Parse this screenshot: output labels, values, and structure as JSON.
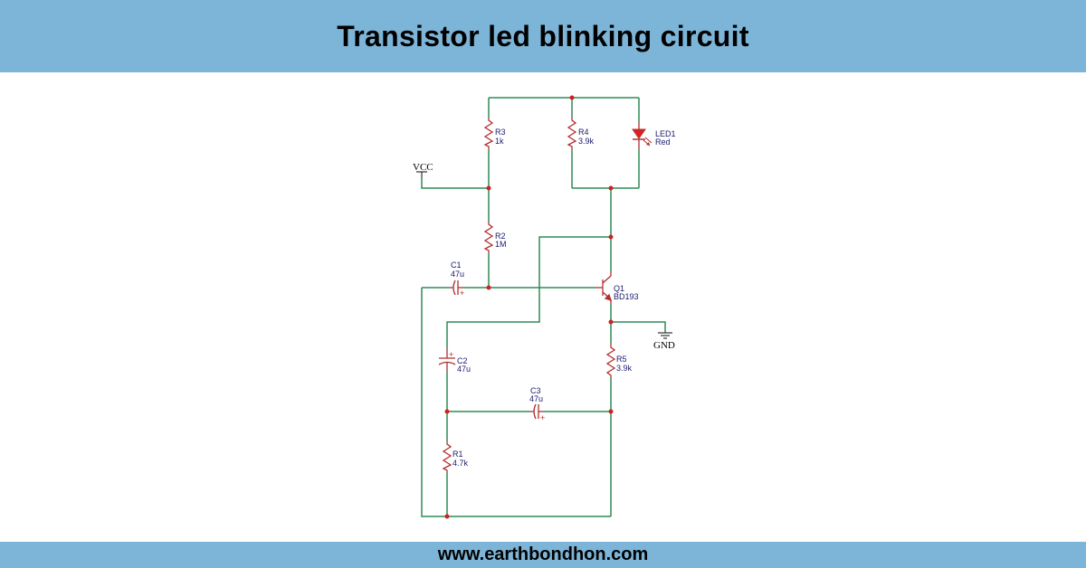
{
  "header": {
    "title": "Transistor led blinking circuit"
  },
  "footer": {
    "website": "www.earthbondhon.com"
  },
  "colors": {
    "banner": "#7db5d8",
    "wire": "#2e8b57",
    "component": "#b03030",
    "node": "#cc2222",
    "label": "#1a1a6e"
  },
  "circuit": {
    "power": {
      "vcc": "VCC",
      "gnd": "GND"
    },
    "components": {
      "R1": {
        "ref": "R1",
        "value": "4.7k"
      },
      "R2": {
        "ref": "R2",
        "value": "1M"
      },
      "R3": {
        "ref": "R3",
        "value": "1k"
      },
      "R4": {
        "ref": "R4",
        "value": "3.9k"
      },
      "R5": {
        "ref": "R5",
        "value": "3.9k"
      },
      "C1": {
        "ref": "C1",
        "value": "47u",
        "polarity": "+"
      },
      "C2": {
        "ref": "C2",
        "value": "47u",
        "polarity": "+"
      },
      "C3": {
        "ref": "C3",
        "value": "47u",
        "polarity": "+"
      },
      "LED1": {
        "ref": "LED1",
        "value": "Red"
      },
      "Q1": {
        "ref": "Q1",
        "value": "BD193"
      }
    }
  }
}
